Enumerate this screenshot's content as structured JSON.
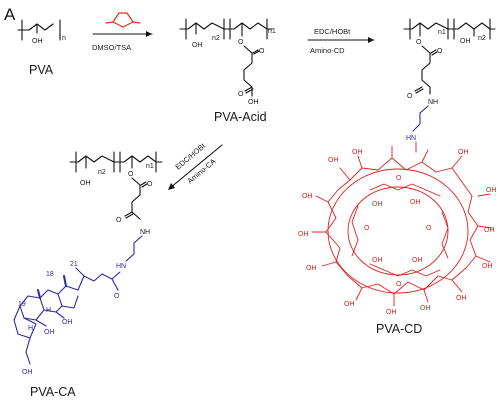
{
  "panel": "A",
  "labels": {
    "pva": "PVA",
    "pva_acid": "PVA-Acid",
    "pva_cd": "PVA-CD",
    "pva_ca": "PVA-CA"
  },
  "reagents": {
    "step1": "DMSO/TSA",
    "step2_top": "EDC/HOBt",
    "step2_bottom": "Amino-CD",
    "step3_top": "EDC/HOBt",
    "step3_bottom": "Amino-CA"
  },
  "atoms": {
    "oh": "OH",
    "o": "O",
    "hn": "HN",
    "nh": "NH",
    "h": "H",
    "n": "n",
    "n1": "n1",
    "n2": "n2",
    "c18": "18",
    "c19": "19",
    "c21": "21"
  },
  "colors": {
    "pva_backbone": "#111111",
    "cholic_acid": "#2b2b9e",
    "cyclodextrin": "#e02020"
  }
}
